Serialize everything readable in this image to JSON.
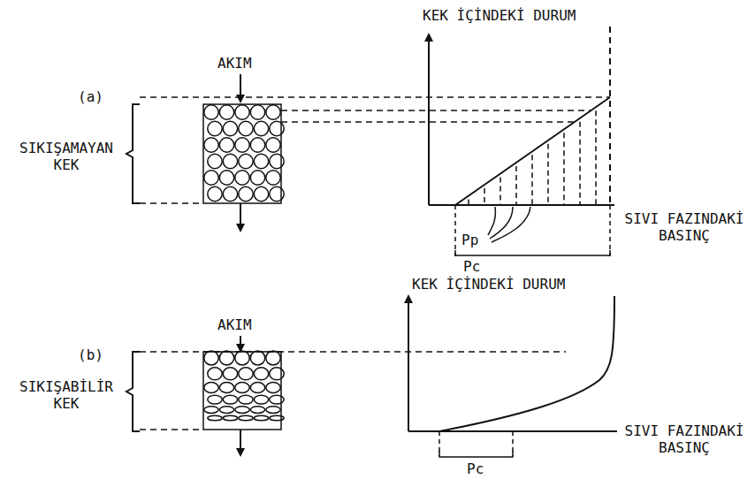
{
  "diagram": {
    "labels": [
      "KEK İÇİNDEKİ DURUM",
      "AKIM",
      "(a)",
      "SIKIŞAMAYAN KEK",
      "SIVI FAZINDAKİ BASINÇ",
      "Pp",
      "Pc",
      "KEK İÇİNDEKİ DURUM",
      "AKIM",
      "(b)",
      "SIKIŞABİLİR KEK",
      "SIVI FAZINDAKİ BASINÇ",
      "Pc"
    ]
  }
}
